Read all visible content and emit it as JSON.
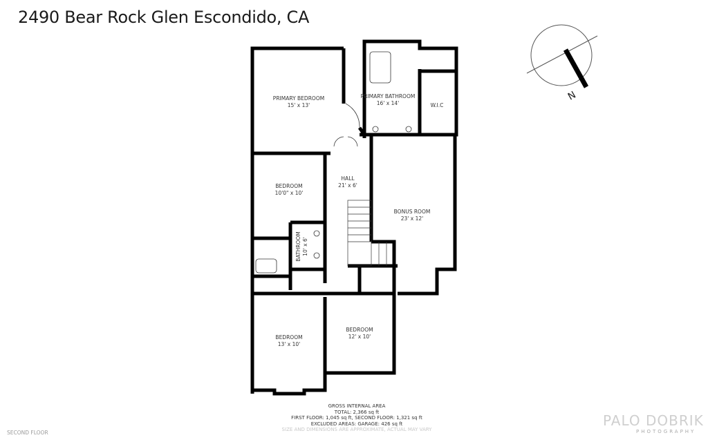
{
  "title": "2490 Bear Rock Glen Escondido, CA",
  "compass": {
    "label": "N"
  },
  "rooms": [
    {
      "name": "PRIMARY BEDROOM",
      "size": "15' x 13'"
    },
    {
      "name": "PRIMARY BATHROOM",
      "size": "16' x 14'"
    },
    {
      "name": "W.I.C",
      "size": ""
    },
    {
      "name": "HALL",
      "size": "21' x 6'"
    },
    {
      "name": "BEDROOM",
      "size": "10'0\" x 10'"
    },
    {
      "name": "BONUS ROOM",
      "size": "23' x 12'"
    },
    {
      "name": "BATHROOM",
      "size": "10' x 6'"
    },
    {
      "name": "BEDROOM",
      "size": "13' x 10'"
    },
    {
      "name": "BEDROOM",
      "size": "12' x 10'"
    }
  ],
  "area": {
    "heading": "GROSS INTERNAL AREA",
    "total": "TOTAL: 2,366 sq ft",
    "floors": "FIRST FLOOR: 1,045 sq ft, SECOND FLOOR: 1,321 sq ft",
    "excluded": "EXCLUDED AREAS: GARAGE: 426 sq ft",
    "disclaimer": "SIZE AND DIMENSIONS ARE APPROXIMATE, ACTUAL MAY VARY"
  },
  "floor_label": "SECOND FLOOR",
  "logo": {
    "main": "PALO DOBRIK",
    "sub": "PHOTOGRAPHY"
  }
}
